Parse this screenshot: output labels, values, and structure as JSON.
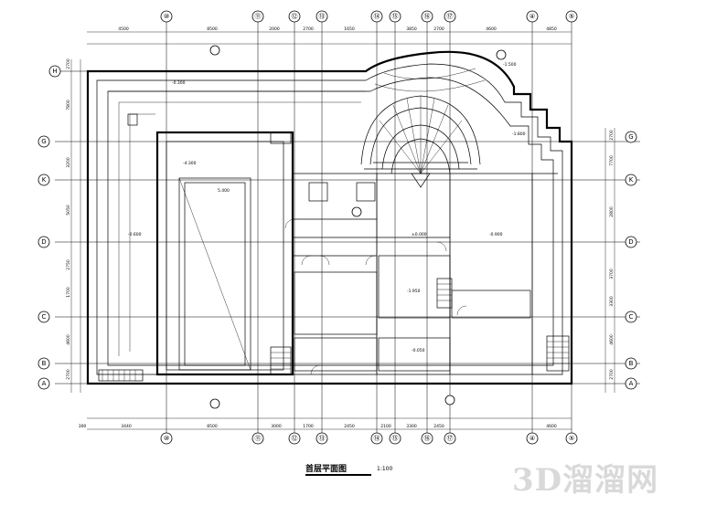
{
  "drawing": {
    "title": "首层平面图",
    "scale": "1:100"
  },
  "grid_top": [
    "⑩",
    "⑪",
    "⑫",
    "⑬",
    "⑭",
    "⑮",
    "⑯",
    "⑰",
    "④",
    "⑤"
  ],
  "grid_bottom": [
    "⑩",
    "⑪",
    "⑫",
    "⑬",
    "⑭",
    "⑮",
    "⑯",
    "⑰",
    "④",
    "⑤"
  ],
  "grid_left": [
    "H",
    "G",
    "K",
    "D",
    "C",
    "B",
    "A"
  ],
  "grid_right": [
    "G",
    "K",
    "D",
    "C",
    "B",
    "A"
  ],
  "dimensions": {
    "top": [
      "4500",
      "8500",
      "2000",
      "2700",
      "1650",
      "3850",
      "2700",
      "4600",
      "4850"
    ],
    "bottom": [
      "300",
      "3440",
      "8500",
      "3000",
      "1700",
      "2450",
      "2100",
      "3300",
      "2450",
      "4600"
    ],
    "left": [
      "2700",
      "7800",
      "3200",
      "5050",
      "2750",
      "1700",
      "4600",
      "2700"
    ],
    "right": [
      "2700",
      "7700",
      "2800",
      "3700",
      "3300",
      "4600",
      "2700"
    ]
  },
  "room_labels": [
    "-1.500",
    "-0.300",
    "±0.000",
    "-0.900",
    "-4.300",
    "5.400",
    "-1.950",
    "-0.600",
    "-0.050",
    "-1.800"
  ],
  "watermark": "3D溜溜网"
}
